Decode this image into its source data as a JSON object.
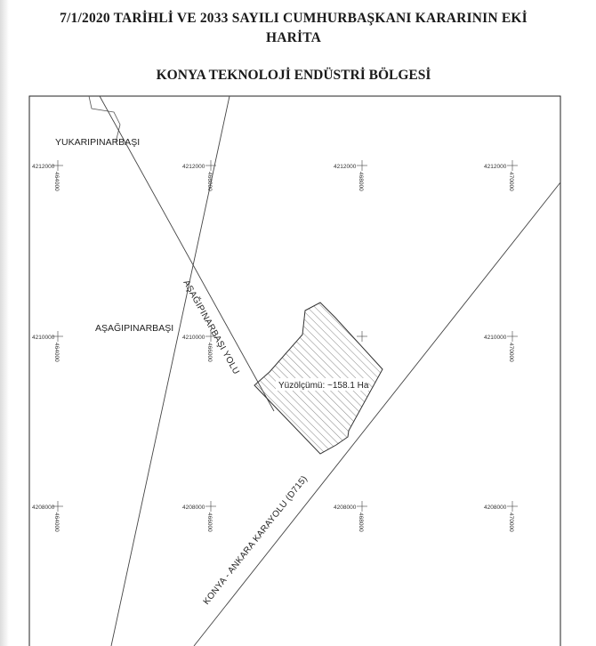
{
  "header": {
    "title": "7/1/2020 TARİHLİ VE 2033 SAYILI CUMHURBAŞKANI KARARININ EKİ HARİTA",
    "subtitle": "KONYA TEKNOLOJİ ENDÜSTRİ BÖLGESİ"
  },
  "map": {
    "places": {
      "yukaripinarbasi": "YUKARIPINARBAŞI",
      "asagipinarbasi": "AŞAĞIPINARBAŞI"
    },
    "roads": {
      "asagipinarbasi_yolu": "AŞAĞIPINARBAŞI YOLU",
      "konya_ankara": "KONYA - ANKARA KARAYOLU (D715)"
    },
    "area_label": "Yüzölçümü: ~158.1 Ha",
    "grid": {
      "northings": [
        "4212000",
        "4210000",
        "4208000"
      ],
      "eastings": [
        "464000",
        "466000",
        "468000",
        "470000"
      ]
    }
  }
}
